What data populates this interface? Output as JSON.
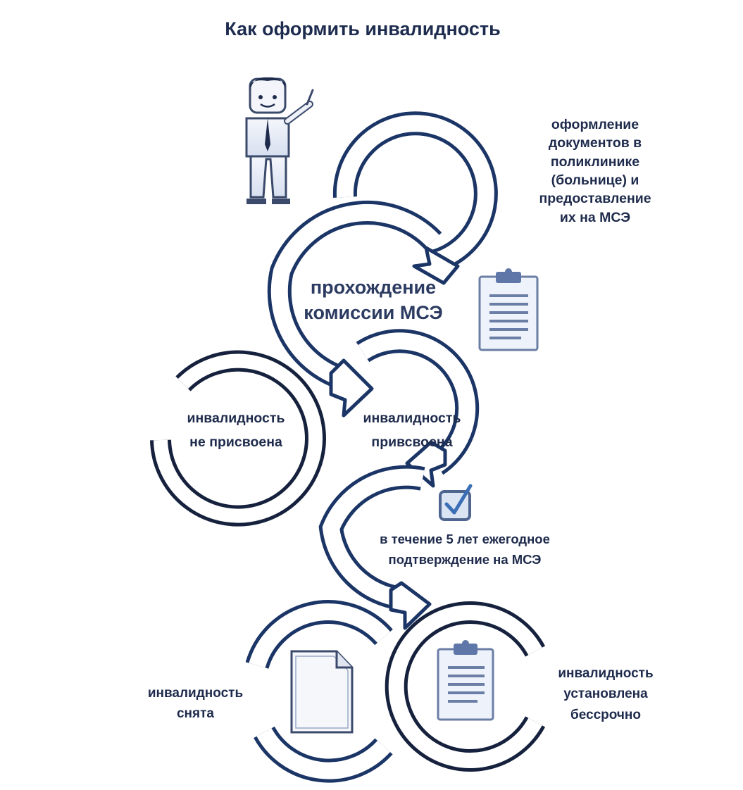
{
  "title": "Как оформить инвалидность",
  "steps": {
    "documents": [
      "оформление",
      "документов в",
      "поликлинике",
      "(больнице) и",
      "предоставление",
      "их на МСЭ"
    ],
    "commission": [
      "прохождение",
      "комиссии МСЭ"
    ],
    "not_assigned": [
      "инвалидность",
      "не присвоена"
    ],
    "assigned": [
      "инвалидность",
      "привсвоена"
    ],
    "annual": [
      "в течение 5 лет ежегодное",
      "подтверждение на МСЭ"
    ],
    "removed": [
      "инвалидность",
      "снята"
    ],
    "permanent": [
      "инвалидность",
      "установлена",
      "бессрочно"
    ]
  },
  "icons": [
    "businessman-icon",
    "clipboard-icon",
    "checkbox-icon",
    "document-icon",
    "clipboard-icon"
  ],
  "colors": {
    "ring_stroke": "#1b3566",
    "ring_dark": "#16223d",
    "text": "#1e2b4c",
    "icon_fill": "#c8d4ea",
    "icon_stroke": "#5a6f99"
  }
}
